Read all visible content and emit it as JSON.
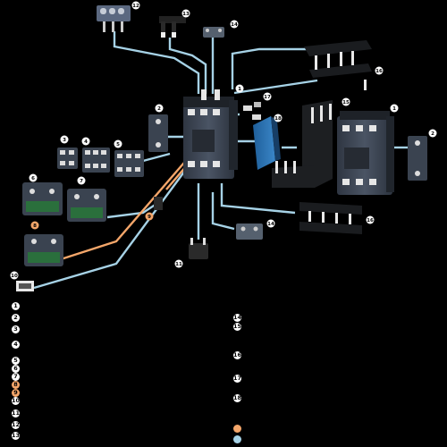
{
  "colors": {
    "background": "#000000",
    "wire_blue": "#a6d2e6",
    "wire_orange": "#f4a66a",
    "housing": "#3b4452",
    "housing_dark": "#2a313b",
    "terminal_white": "#e8e8e8",
    "busbar": "#1d1f22",
    "callout_bg": "#ffffff",
    "callout_orange": "#f4a66a"
  },
  "callouts": {
    "c1a": "1",
    "c1b": "1",
    "c2a": "2",
    "c2b": "2",
    "c3": "3",
    "c4": "4",
    "c5": "5",
    "c6": "6",
    "c7": "7",
    "c8": "8",
    "c9": "9",
    "c10": "10",
    "c11": "11",
    "c12": "12",
    "c13": "13",
    "c14a": "14",
    "c14b": "14",
    "c15": "15",
    "c16a": "16",
    "c16b": "16",
    "c17": "17",
    "c18": "18"
  },
  "legend_left": [
    "1",
    "2",
    "3",
    "4",
    "5",
    "6",
    "7",
    "8",
    "9",
    "10",
    "11",
    "12",
    "13"
  ],
  "legend_right": [
    "14",
    "15",
    "16",
    "17",
    "18",
    "",
    ""
  ],
  "legend_left_orange_index": [
    8
  ],
  "legend_right_markers": [
    "orange",
    "blue"
  ]
}
